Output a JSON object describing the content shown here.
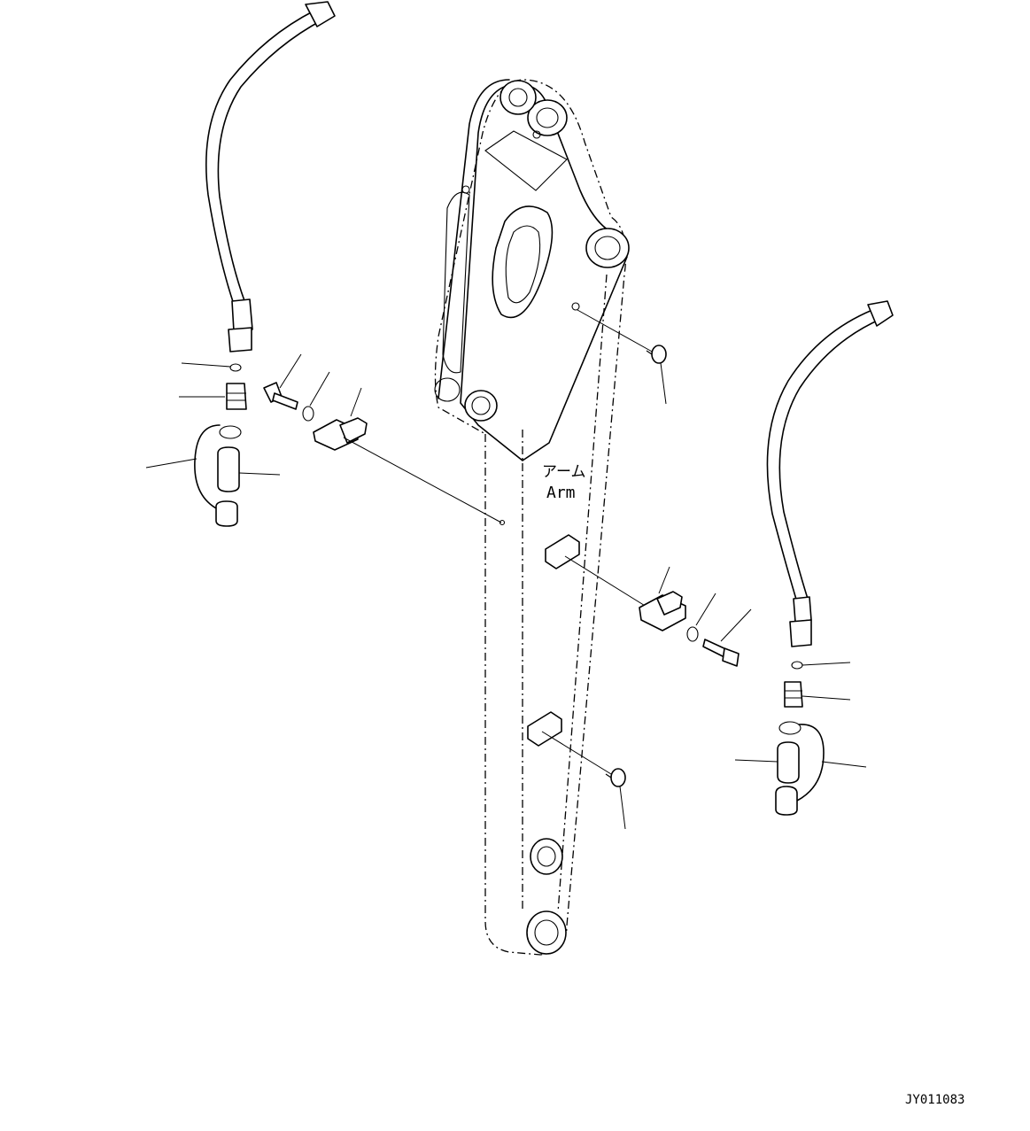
{
  "labels": {
    "arm_jp": "アーム",
    "arm_en": "Arm",
    "drawing_id": "JY011083"
  },
  "colors": {
    "line": "#000000",
    "background": "#ffffff"
  }
}
